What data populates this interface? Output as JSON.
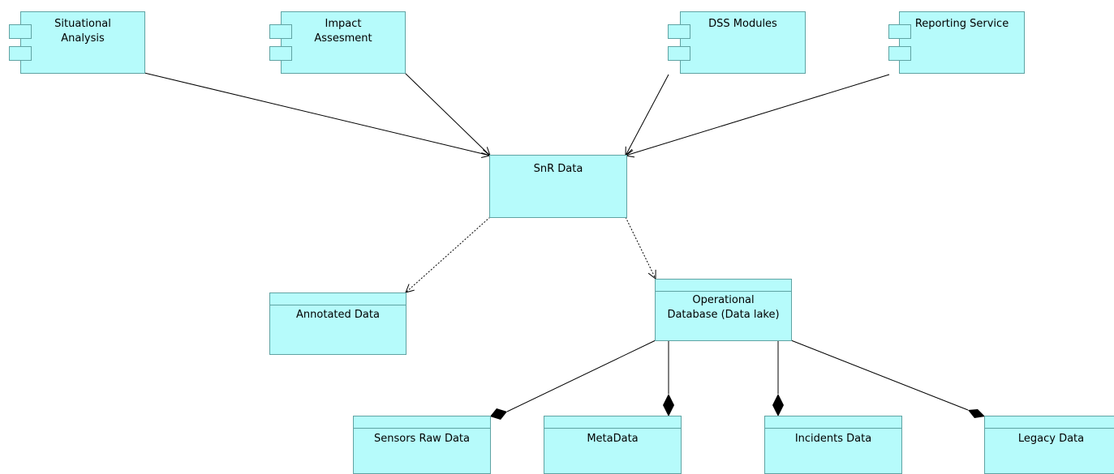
{
  "diagram": {
    "components": {
      "situational_analysis": "Situational\nAnalysis",
      "impact_assesment": "Impact\nAssesment",
      "dss_modules": "DSS Modules",
      "reporting_service": "Reporting Service"
    },
    "interface": {
      "snr_data": "SnR Data"
    },
    "artifacts": {
      "annotated_data": "Annotated Data",
      "operational_database": "Operational\nDatabase (Data lake)",
      "sensors_raw_data": "Sensors Raw Data",
      "metadata": "MetaData",
      "incidents_data": "Incidents Data",
      "legacy_data": "Legacy Data"
    },
    "colors": {
      "fill": "#b6fbfb",
      "border": "#5fa3a3",
      "line": "#000000"
    }
  }
}
